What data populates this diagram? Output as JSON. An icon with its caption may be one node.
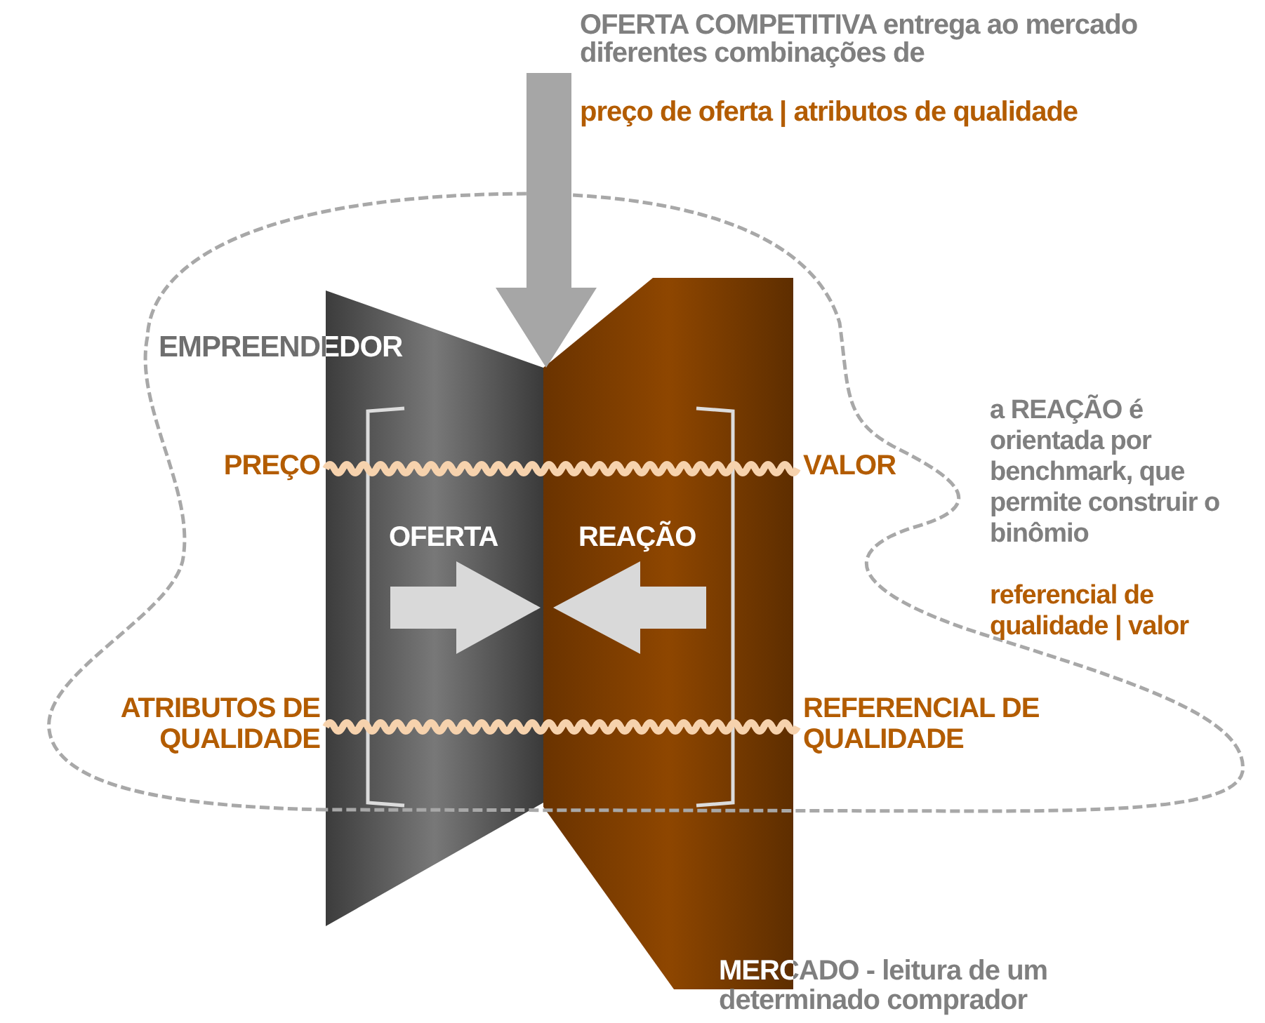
{
  "diagram": {
    "nodes": [
      {
        "text": [
          "EMPREENDEDOR",
          "OFERTA"
        ]
      },
      {
        "text": [
          "REAÇÃO"
        ],
        "beside": [
          "MERCADO - leitura de um determinado comprador"
        ]
      }
    ],
    "labels": [
      "OFERTA COMPETITIVA entrega ao mercado diferentes combinações de",
      "preço de oferta | atributos de qualidade",
      "PREÇO",
      "VALOR",
      "ATRIBUTOS DE QUALIDADE",
      "REFERENCIAL DE QUALIDADE",
      "a REAÇÃO é orientada por benchmark, que permite construir o binômio",
      "referencial de qualidade | valor"
    ]
  }
}
